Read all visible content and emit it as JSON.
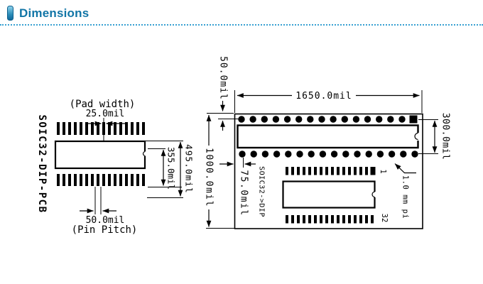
{
  "header": {
    "title": "Dimensions"
  },
  "colors": {
    "accent": "#1175a6",
    "separator_dots": "#38a0d2",
    "ink": "#000000"
  },
  "left_drawing": {
    "board_label": "SOIC32-DIP-PCB",
    "pad_width_caption": "(Pad width)",
    "pad_width": "25.0mil",
    "pad_row_span": "355.0mil",
    "board_height": "495.0mil",
    "pin_pitch": "50.0mil",
    "pin_pitch_caption": "(Pin Pitch)"
  },
  "right_drawing": {
    "board_label": "SOIC32->DIP",
    "board_width": "1650.0mil",
    "edge_to_pad_row": "50.0mil",
    "board_height": "1000.0mil",
    "edge_to_pad_col": "75.0mil",
    "row_spacing": "300.0mil",
    "pitch_note": "1.0 mm pi",
    "pin1_label": "1",
    "pin32_label": "32"
  }
}
